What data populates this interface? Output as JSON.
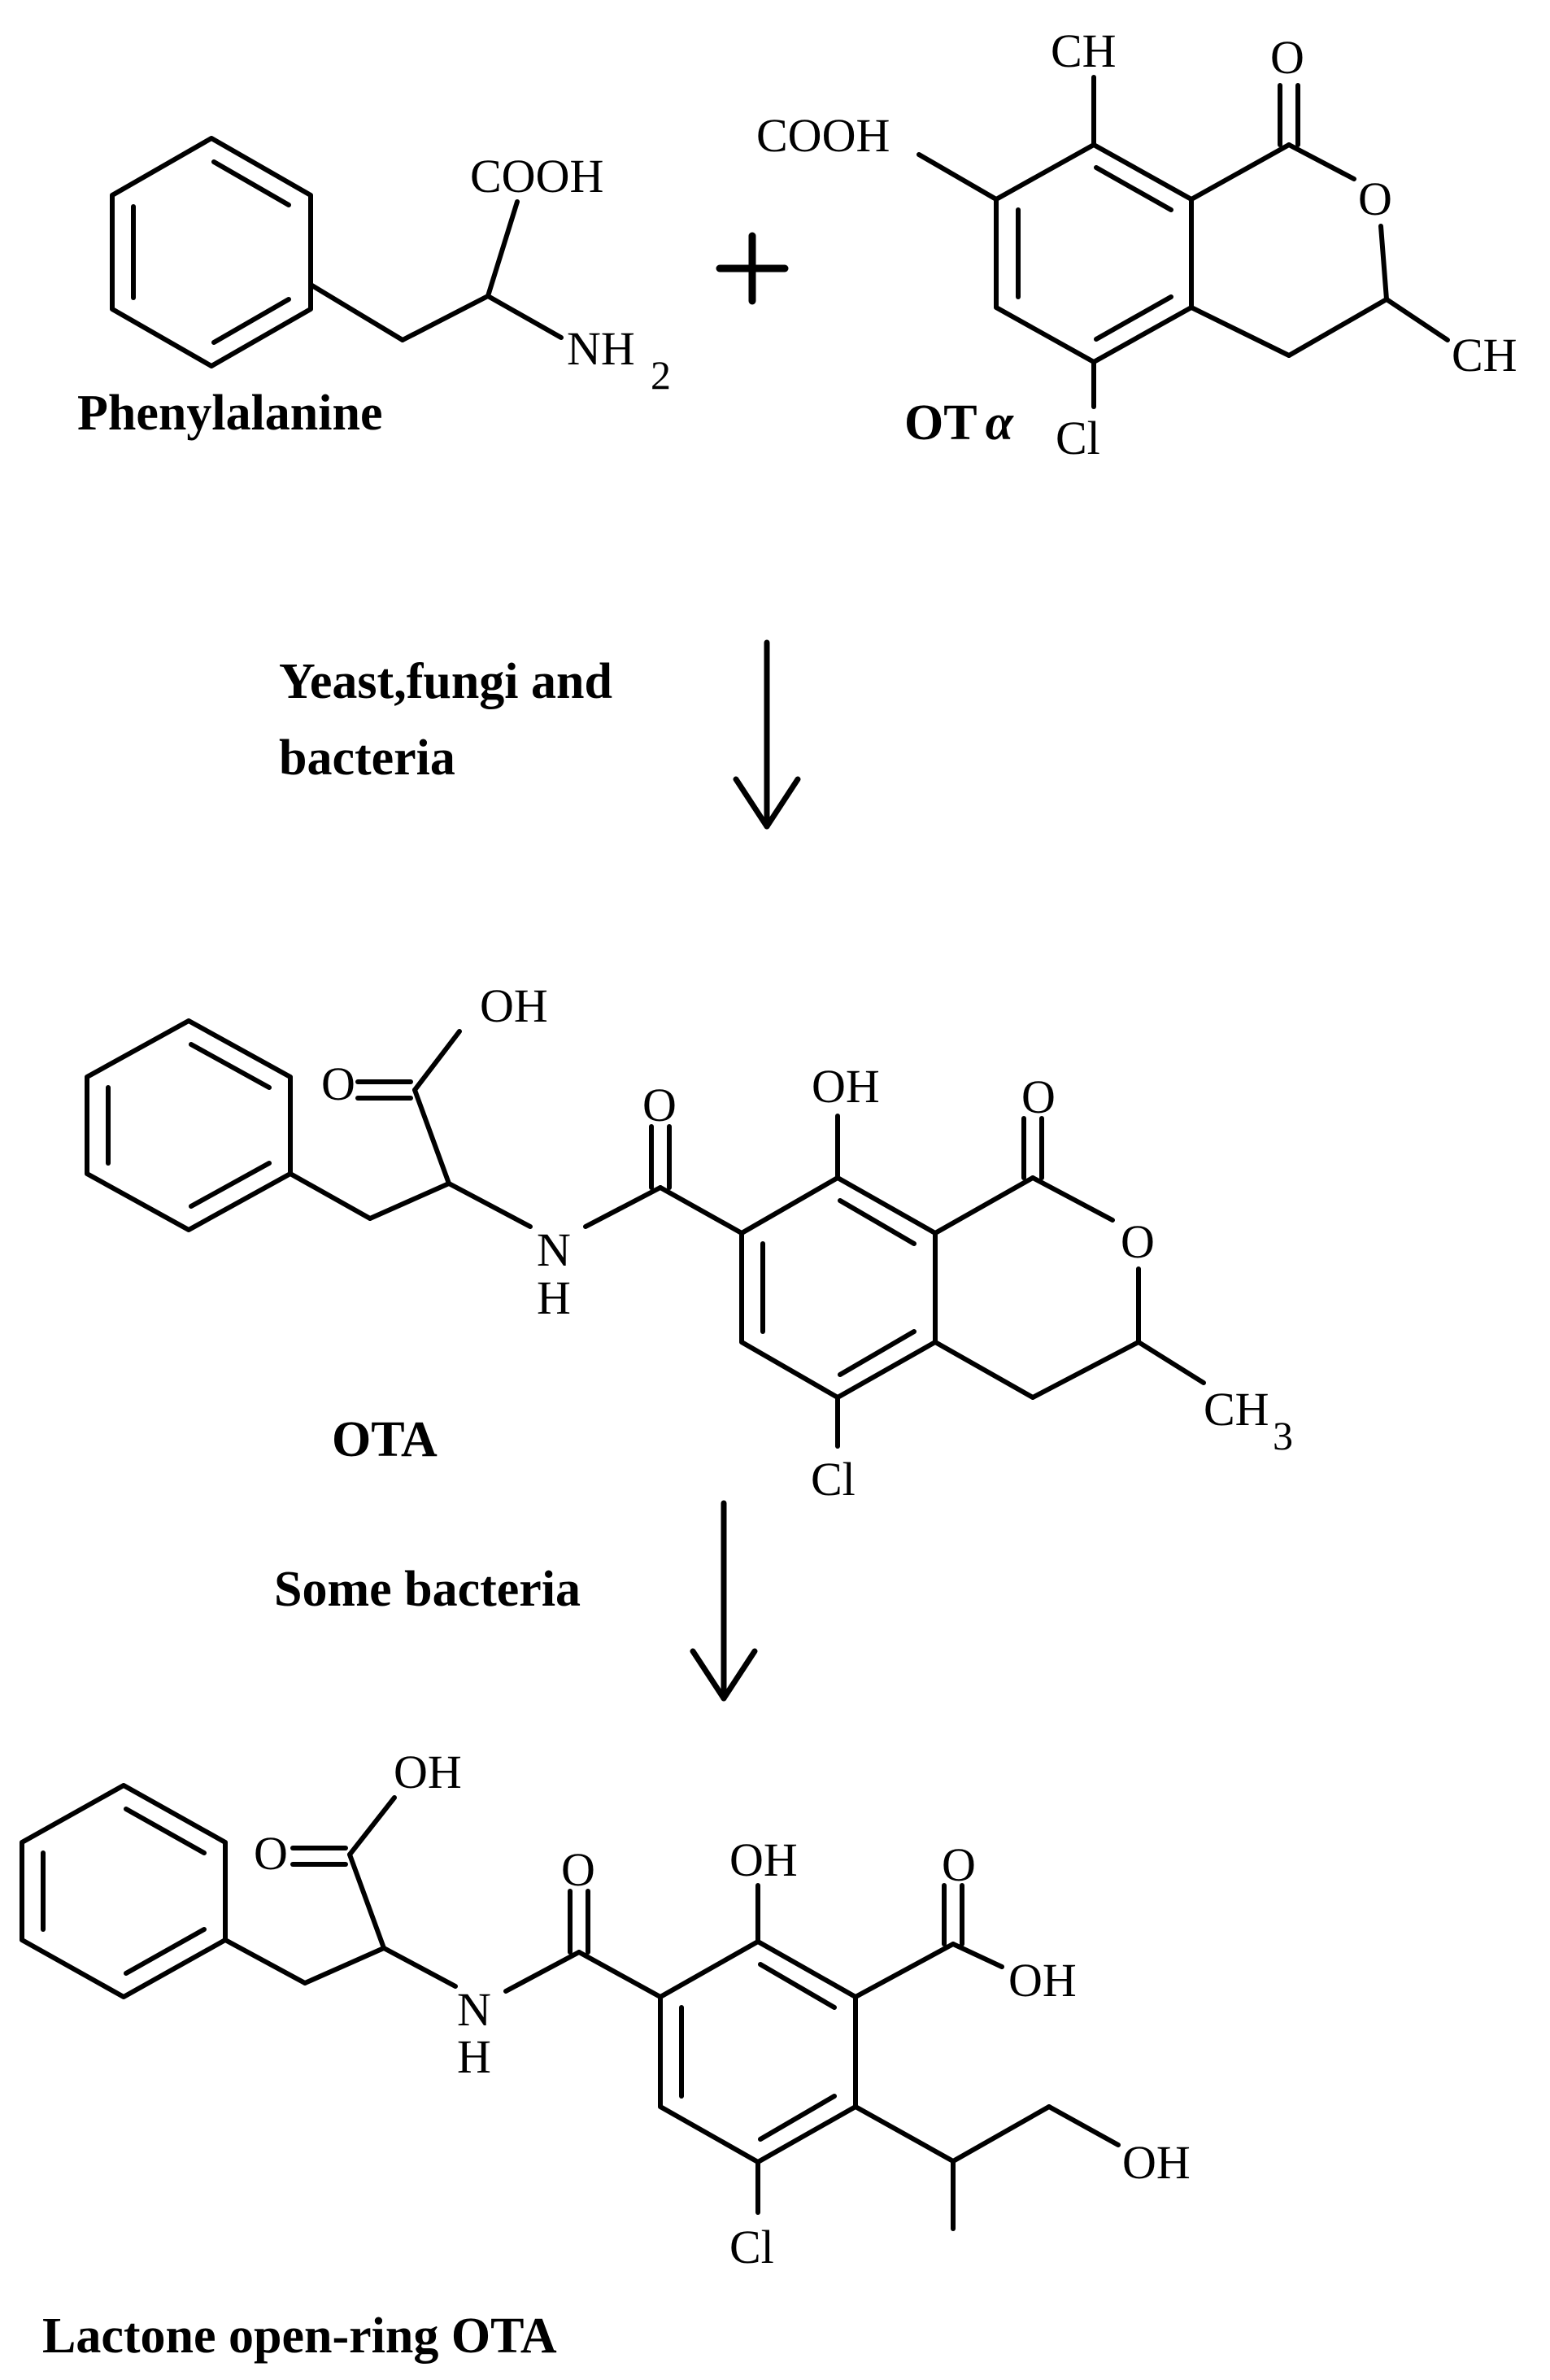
{
  "reactants": {
    "phenylalanine": {
      "name": "Phenylalanine",
      "labels": {
        "cooh": "COOH",
        "nh": "NH",
        "nh_sub": "2"
      }
    },
    "ot_alpha": {
      "name": "OT",
      "name_greek": "α",
      "labels": {
        "ch_top": "CH",
        "o_carbonyl": "O",
        "cooh": "COOH",
        "o_ring": "O",
        "ch_right": "CH",
        "cl": "Cl"
      }
    },
    "plus_sign": "+"
  },
  "step1": {
    "line1": "Yeast,fungi and",
    "line2": "bacteria"
  },
  "ota": {
    "name": "OTA",
    "labels": {
      "oh_acid": "OH",
      "o_acid": "O",
      "o_amide": "O",
      "n": "N",
      "h": "H",
      "oh_phenol": "OH",
      "o_carbonyl": "O",
      "o_ring": "O",
      "ch3": "CH",
      "ch3_sub": "3",
      "cl": "Cl"
    }
  },
  "step2": {
    "line1": "Some bacteria"
  },
  "lactone_open": {
    "name": "Lactone open-ring OTA",
    "labels": {
      "oh_acid": "OH",
      "o_acid": "O",
      "o_amide": "O",
      "n": "N",
      "h": "H",
      "oh_phenol": "OH",
      "o_cooh": "O",
      "oh_cooh": "OH",
      "oh_side": "OH",
      "cl": "Cl"
    }
  }
}
